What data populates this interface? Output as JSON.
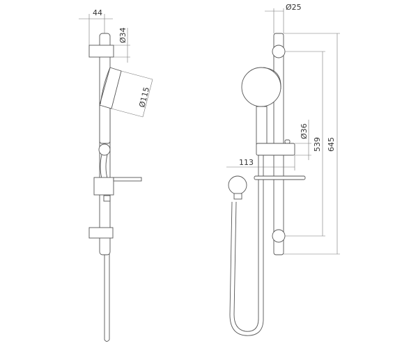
{
  "side_view": {
    "dim_offset": "44",
    "dim_bracket_diameter": "Ø34",
    "dim_head_diameter": "Ø115"
  },
  "front_view": {
    "dim_rail_diameter": "Ø25",
    "dim_slider_diameter": "Ø36",
    "dim_bracket_spacing": "539",
    "dim_rail_length": "645",
    "dim_projection": "113"
  },
  "colors": {
    "line": "#555555",
    "background": "#ffffff"
  }
}
